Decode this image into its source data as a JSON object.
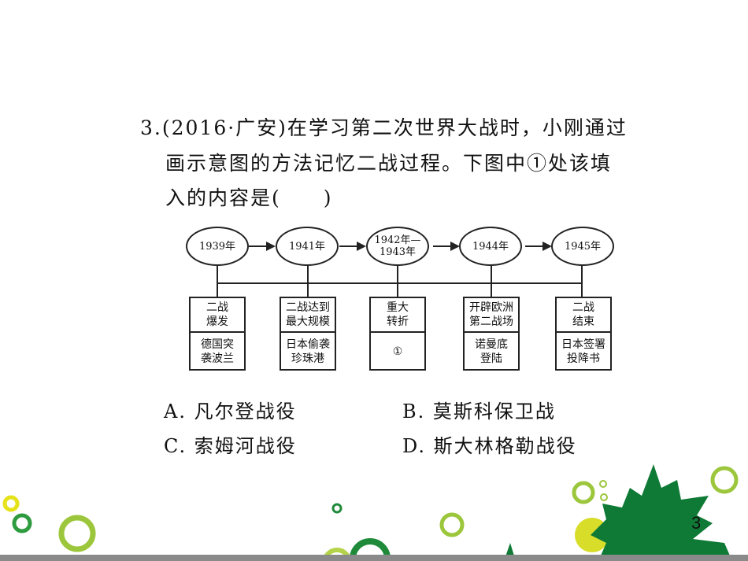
{
  "question": {
    "lines": [
      "3.(2016·广安)在学习第二次世界大战时，小刚通过",
      "画示意图的方法记忆二战过程。下图中①处该填",
      "入的内容是(　　)"
    ]
  },
  "diagram": {
    "years": [
      "1939年",
      "1941年",
      "1942年—\n1943年",
      "1944年",
      "1945年"
    ],
    "events": [
      {
        "top": "二战\n爆发",
        "bottom": "德国突\n袭波兰"
      },
      {
        "top": "二战达到\n最大规模",
        "bottom": "日本偷袭\n珍珠港"
      },
      {
        "top": "重大\n转折",
        "bottom": "①"
      },
      {
        "top": "开辟欧洲\n第二战场",
        "bottom": "诺曼底\n登陆"
      },
      {
        "top": "二战\n结束",
        "bottom": "日本签署\n投降书"
      }
    ]
  },
  "options": {
    "a": "A. 凡尔登战役",
    "b": "B. 莫斯科保卫战",
    "c": "C. 索姆河战役",
    "d": "D. 斯大林格勒战役"
  },
  "page_number": "3",
  "colors": {
    "leaf_green": "#0f7a35",
    "ring_light": "#9cc63b",
    "ring_yellow": "#e6e21a"
  }
}
